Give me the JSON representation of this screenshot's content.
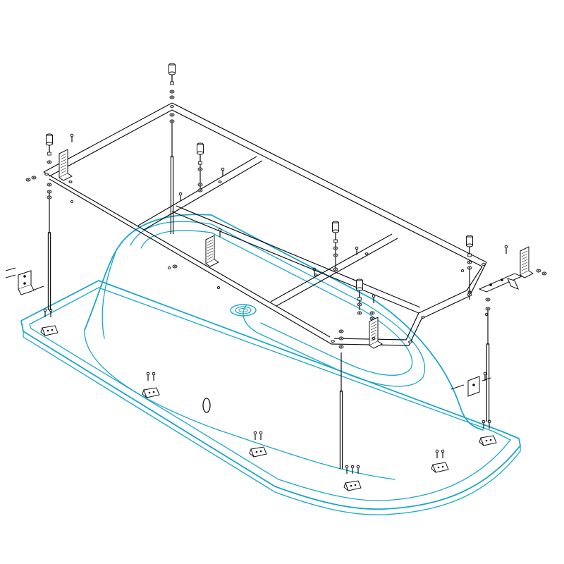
{
  "colors": {
    "tub_outline": "#1aa7c9",
    "frame_line": "#111111",
    "background": "#ffffff"
  },
  "parts": {
    "tub": "bathtub-shell",
    "frame": "support-frame",
    "legs": "threaded-rod",
    "feet": "leveling-foot",
    "brackets": "mounting-bracket",
    "screws": "screw",
    "nuts": "nut"
  }
}
